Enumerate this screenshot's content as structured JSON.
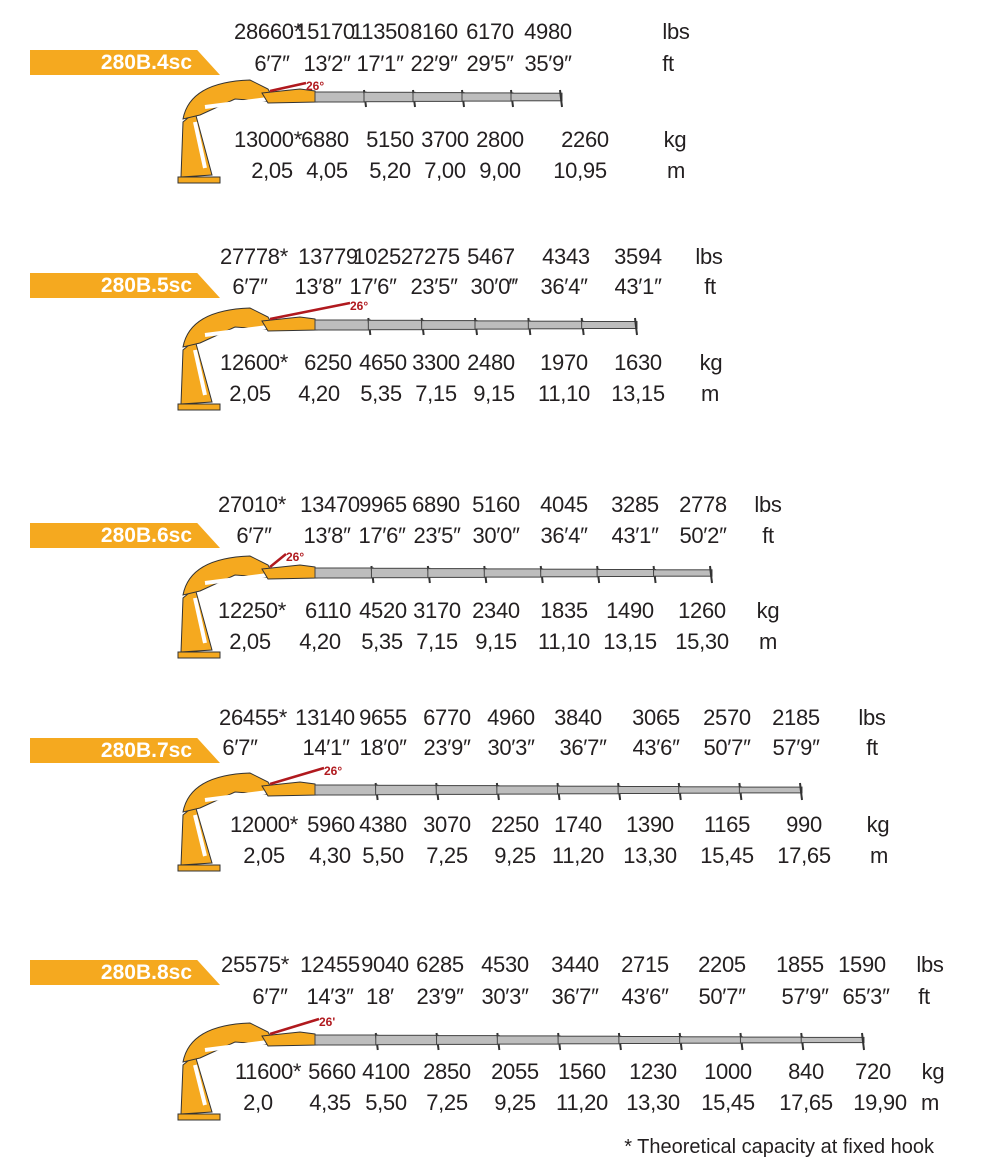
{
  "colors": {
    "brand": "#f5a91f",
    "boom": "#bdbdbd",
    "angle": "#b0191e"
  },
  "models": [
    {
      "name": "280B.4sc",
      "angle": "26°",
      "lbs": [
        "28660*",
        "15170",
        "11350",
        "8160",
        "6170",
        "4980"
      ],
      "lbs_unit": "lbs",
      "ft": [
        "6′7″",
        "13′2″",
        "17′1″",
        "22′9″",
        "29′5″",
        "35′9″"
      ],
      "ft_unit": "ft",
      "kg": [
        "13000*",
        "6880",
        "5150",
        "3700",
        "2800",
        "2260"
      ],
      "kg_unit": "kg",
      "m": [
        "2,05",
        "4,05",
        "5,20",
        "7,00",
        "9,00",
        "10,95"
      ],
      "m_unit": "m"
    },
    {
      "name": "280B.5sc",
      "angle": "26°",
      "lbs": [
        "27778*",
        "13779",
        "10252",
        "7275",
        "5467",
        "4343",
        "3594"
      ],
      "lbs_unit": "lbs",
      "ft": [
        "6′7″",
        "13′8″",
        "17′6″",
        "23′5″",
        "30′0‴",
        "36′4″",
        "43′1″"
      ],
      "ft_unit": "ft",
      "kg": [
        "12600*",
        "6250",
        "4650",
        "3300",
        "2480",
        "1970",
        "1630"
      ],
      "kg_unit": "kg",
      "m": [
        "2,05",
        "4,20",
        "5,35",
        "7,15",
        "9,15",
        "11,10",
        "13,15"
      ],
      "m_unit": "m"
    },
    {
      "name": "280B.6sc",
      "angle": "26°",
      "lbs": [
        "27010*",
        "13470",
        "9965",
        "6890",
        "5160",
        "4045",
        "3285",
        "2778"
      ],
      "lbs_unit": "lbs",
      "ft": [
        "6′7″",
        "13′8″",
        "17′6″",
        "23′5″",
        "30′0″",
        "36′4″",
        "43′1″",
        "50′2″"
      ],
      "ft_unit": "ft",
      "kg": [
        "12250*",
        "6110",
        "4520",
        "3170",
        "2340",
        "1835",
        "1490",
        "1260"
      ],
      "kg_unit": "kg",
      "m": [
        "2,05",
        "4,20",
        "5,35",
        "7,15",
        "9,15",
        "11,10",
        "13,15",
        "15,30"
      ],
      "m_unit": "m"
    },
    {
      "name": "280B.7sc",
      "angle": "26°",
      "lbs": [
        "26455*",
        "13140",
        "9655",
        "6770",
        "4960",
        "3840",
        "3065",
        "2570",
        "2185"
      ],
      "lbs_unit": "lbs",
      "ft": [
        "6′7″",
        "14′1″",
        "18′0″",
        "23′9″",
        "30′3″",
        "36′7″",
        "43′6″",
        "50′7″",
        "57′9″"
      ],
      "ft_unit": "ft",
      "kg": [
        "12000*",
        "5960",
        "4380",
        "3070",
        "2250",
        "1740",
        "1390",
        "1165",
        "990"
      ],
      "kg_unit": "kg",
      "m": [
        "2,05",
        "4,30",
        "5,50",
        "7,25",
        "9,25",
        "11,20",
        "13,30",
        "15,45",
        "17,65"
      ],
      "m_unit": "m"
    },
    {
      "name": "280B.8sc",
      "angle": "26'",
      "lbs": [
        "25575*",
        "12455",
        "9040",
        "6285",
        "4530",
        "3440",
        "2715",
        "2205",
        "1855",
        "1590"
      ],
      "lbs_unit": "lbs",
      "ft": [
        "6′7″",
        "14′3″",
        "18′",
        "23′9″",
        "30′3″",
        "36′7″",
        "43′6″",
        "50′7″",
        "57′9″",
        "65′3″"
      ],
      "ft_unit": "ft",
      "kg": [
        "11600*",
        "5660",
        "4100",
        "2850",
        "2055",
        "1560",
        "1230",
        "1000",
        "840",
        "720"
      ],
      "kg_unit": "kg",
      "m": [
        "2,0",
        "4,35",
        "5,50",
        "7,25",
        "9,25",
        "11,20",
        "13,30",
        "15,45",
        "17,65",
        "19,90"
      ],
      "m_unit": "m"
    }
  ],
  "footnote": "* Theoretical capacity at fixed hook"
}
